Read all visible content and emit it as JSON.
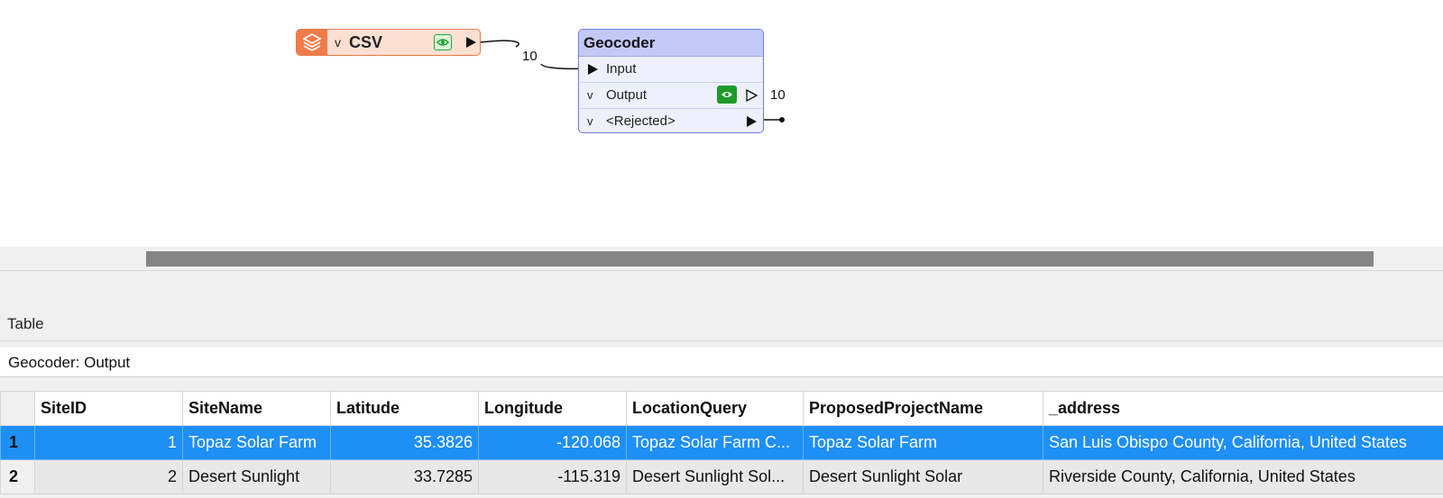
{
  "canvas": {
    "csv_node": {
      "title": "CSV",
      "icon": "layers-icon",
      "chevron": "v"
    },
    "geocoder_node": {
      "title": "Geocoder",
      "ports": [
        {
          "label": "Input"
        },
        {
          "label": "Output"
        },
        {
          "label": "<Rejected>"
        }
      ]
    },
    "csv_to_geocoder_count": "10",
    "output_count": "10"
  },
  "table_panel": {
    "tab_label": "Table",
    "source": "Geocoder: Output",
    "columns": [
      "SiteID",
      "SiteName",
      "Latitude",
      "Longitude",
      "LocationQuery",
      "ProposedProjectName",
      "_address"
    ],
    "rows": [
      {
        "num": "1",
        "cells": [
          "1",
          "Topaz Solar Farm",
          "35.3826",
          "-120.068",
          "Topaz Solar Farm C...",
          "Topaz Solar Farm",
          "San Luis Obispo County, California, United States"
        ]
      },
      {
        "num": "2",
        "cells": [
          "2",
          "Desert Sunlight",
          "33.7285",
          "-115.319",
          "Desert Sunlight Sol...",
          "Desert Sunlight Solar",
          "Riverside County, California, United States"
        ]
      }
    ]
  },
  "colors": {
    "csv_accent": "#f07b4a",
    "geocoder_accent": "#c3c9f7",
    "selection": "#1e8ff5",
    "eye_green": "#1d9a2a"
  }
}
